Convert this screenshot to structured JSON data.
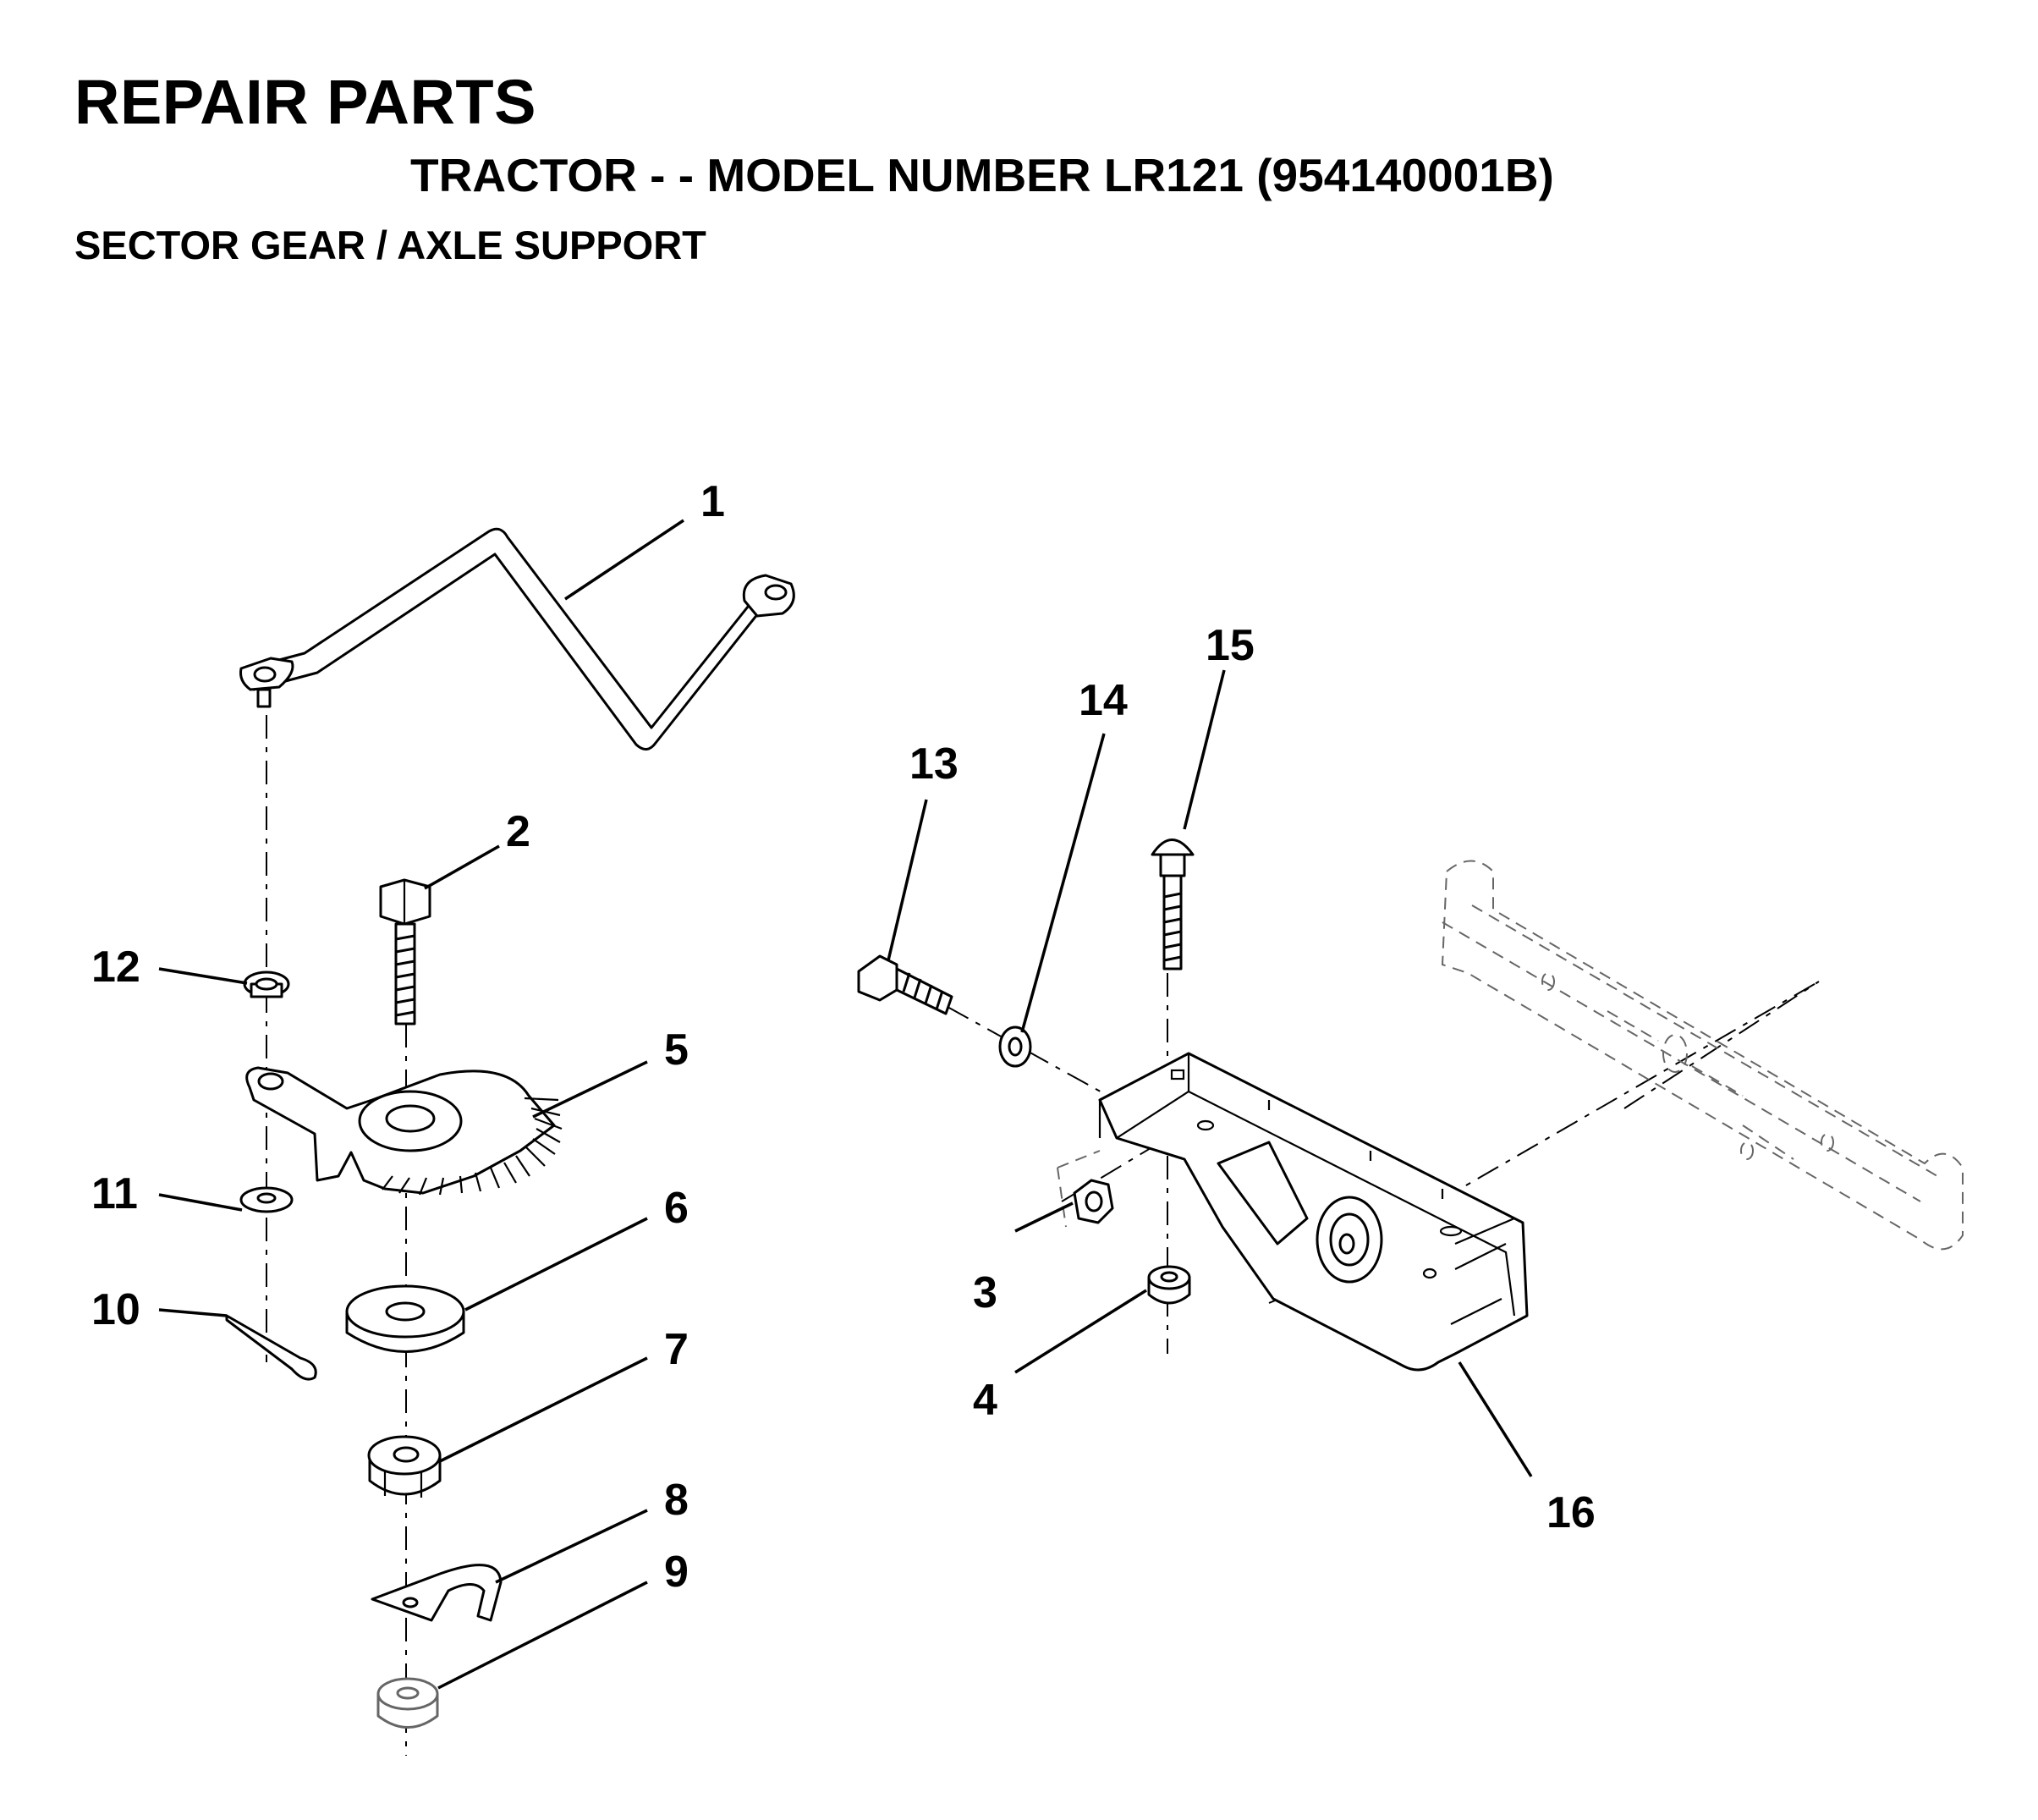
{
  "header": {
    "title": "REPAIR PARTS",
    "model_line": "TRACTOR - - MODEL NUMBER LR121 (954140001B)",
    "section": "SECTOR GEAR / AXLE SUPPORT"
  },
  "callouts": [
    "1",
    "2",
    "3",
    "4",
    "5",
    "6",
    "7",
    "8",
    "9",
    "10",
    "11",
    "12",
    "13",
    "14",
    "15",
    "16"
  ]
}
